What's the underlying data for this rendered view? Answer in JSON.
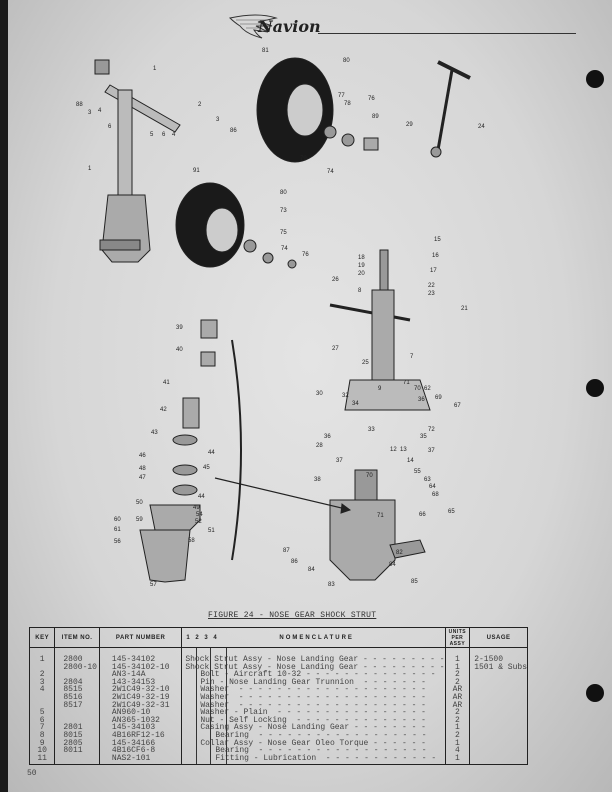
{
  "header": {
    "logo": "Navion"
  },
  "figure": {
    "caption": "FIGURE 24 - NOSE GEAR SHOCK STRUT",
    "callouts": [
      "81",
      "1",
      "88",
      "3",
      "4",
      "6",
      "2",
      "3",
      "86",
      "5",
      "6",
      "4",
      "1",
      "91",
      "80",
      "77",
      "78",
      "76",
      "89",
      "79",
      "74",
      "80",
      "73",
      "75",
      "74",
      "76",
      "24",
      "29",
      "15",
      "16",
      "18",
      "19",
      "20",
      "17",
      "8",
      "22",
      "23",
      "21",
      "26",
      "27",
      "25",
      "7",
      "9",
      "30",
      "32",
      "34",
      "71",
      "70",
      "62",
      "36",
      "69",
      "67",
      "72",
      "35",
      "37",
      "28",
      "36",
      "33",
      "37",
      "12",
      "13",
      "14",
      "55",
      "63",
      "64",
      "68",
      "65",
      "66",
      "38",
      "70",
      "71",
      "87",
      "86",
      "84",
      "83",
      "82",
      "84",
      "85",
      "39",
      "40",
      "41",
      "42",
      "43",
      "44",
      "46",
      "45",
      "48",
      "47",
      "44",
      "50",
      "59",
      "54",
      "52",
      "49",
      "58",
      "51",
      "60",
      "61",
      "56",
      "57"
    ]
  },
  "table": {
    "headers": {
      "key": "KEY",
      "item": "ITEM NO.",
      "part": "PART NUMBER",
      "levels": "1  2  3  4",
      "nomenclature": "NOMENCLATURE",
      "units": "UNITS PER ASSY",
      "usage": "USAGE"
    },
    "rows": [
      {
        "key": "1",
        "item": "2800",
        "part": "145-34102",
        "level": 0,
        "nom": "Shock Strut Assy - Nose Landing Gear - - - - - - - - -",
        "units": "1",
        "usage": "2-1500"
      },
      {
        "key": "",
        "item": "2800-10",
        "part": "145-34102-10",
        "level": 0,
        "nom": "Shock Strut Assy - Nose Landing Gear - - - - - - - - -",
        "units": "1",
        "usage": "1501 & Subs"
      },
      {
        "key": "2",
        "item": "",
        "part": "AN3-14A",
        "level": 1,
        "nom": "Bolt - Aircraft 10-32 - - - - - - - - - - - - - -",
        "units": "2",
        "usage": ""
      },
      {
        "key": "3",
        "item": "2804",
        "part": "143-34153",
        "level": 1,
        "nom": "Pin - Nose Landing Gear Trunnion  - - - - - - -",
        "units": "2",
        "usage": ""
      },
      {
        "key": "4",
        "item": "8515",
        "part": "2W1C49-32-10",
        "level": 1,
        "nom": "Washer  - - - - - - - - - - - - - - - - - - - -",
        "units": "AR",
        "usage": ""
      },
      {
        "key": "",
        "item": "8516",
        "part": "2W1C49-32-19",
        "level": 1,
        "nom": "Washer  - - - - - - - - - - - - - - - - - - - -",
        "units": "AR",
        "usage": ""
      },
      {
        "key": "",
        "item": "8517",
        "part": "2W1C49-32-31",
        "level": 1,
        "nom": "Washer  - - - - - - - - - - - - - - - - - - - -",
        "units": "AR",
        "usage": ""
      },
      {
        "key": "5",
        "item": "",
        "part": "AN960-10",
        "level": 1,
        "nom": "Washer - Plain  - - - - - - - - - - - - - - - -",
        "units": "2",
        "usage": ""
      },
      {
        "key": "6",
        "item": "",
        "part": "AN365-1032",
        "level": 1,
        "nom": "Nut - Self Locking  - - - - - - - - - - - - - -",
        "units": "2",
        "usage": ""
      },
      {
        "key": "7",
        "item": "2801",
        "part": "145-34103",
        "level": 1,
        "nom": "Casing Assy - Nose Landing Gear - - - - - - - -",
        "units": "1",
        "usage": ""
      },
      {
        "key": "8",
        "item": "8015",
        "part": "4B16RF12-16",
        "level": 2,
        "nom": "Bearing  - - - - - - - - - - - - - - - - - -",
        "units": "2",
        "usage": ""
      },
      {
        "key": "9",
        "item": "2805",
        "part": "145-34166",
        "level": 1,
        "nom": "Collar Assy - Nose Gear Oleo Torque - - - - - -",
        "units": "1",
        "usage": ""
      },
      {
        "key": "10",
        "item": "8011",
        "part": "4B16CF6-8",
        "level": 2,
        "nom": "Bearing  - - - - - - - - - - - - - - - - - -",
        "units": "4",
        "usage": ""
      },
      {
        "key": "11",
        "item": "",
        "part": "NAS2-101",
        "level": 2,
        "nom": "Fitting - Lubrication  - - - - - - - - - - - -",
        "units": "1",
        "usage": ""
      }
    ]
  },
  "page_number": "50"
}
